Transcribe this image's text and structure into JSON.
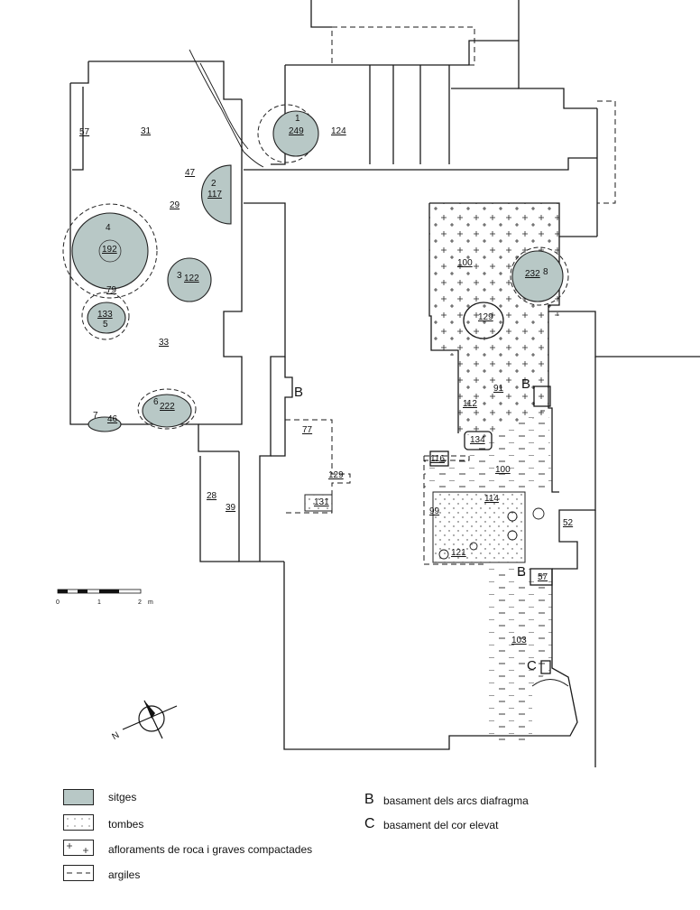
{
  "plan": {
    "labels": {
      "l1": "1",
      "l249": "249",
      "l124": "124",
      "l57a": "57",
      "l31": "31",
      "l47": "47",
      "l2": "2",
      "l117": "117",
      "l29": "29",
      "l4": "4",
      "l192": "192",
      "l3": "3",
      "l122": "122",
      "l79": "79",
      "l133": "133",
      "l5": "5",
      "l33": "33",
      "l6": "6",
      "l222": "222",
      "l7": "7",
      "l46": "46",
      "l100a": "100",
      "l232": "232",
      "l8": "8",
      "l129a": "129",
      "l91": "91",
      "l112": "112",
      "l134": "134",
      "l116": "116",
      "l100b": "100",
      "l114": "114",
      "l99": "99",
      "l121": "121",
      "l52": "52",
      "l57b": "57",
      "l103": "103",
      "l77": "77",
      "l129b": "129",
      "l131": "131",
      "l28": "28",
      "l39": "39"
    },
    "letters": {
      "b1": "B",
      "b2": "B",
      "b3": "B",
      "c1": "C"
    },
    "scale": {
      "zero": "0",
      "one": "1",
      "two": "2",
      "unit": "m"
    },
    "north": "N"
  },
  "legend": {
    "sitges": "sitges",
    "tombes": "tombes",
    "afloraments": "afloraments de roca i graves compactades",
    "argiles": "argiles",
    "b_letter": "B",
    "b_text": "basament dels arcs diafragma",
    "c_letter": "C",
    "c_text": "basament del cor elevat"
  },
  "colors": {
    "sitges_fill": "#b8c8c6"
  }
}
